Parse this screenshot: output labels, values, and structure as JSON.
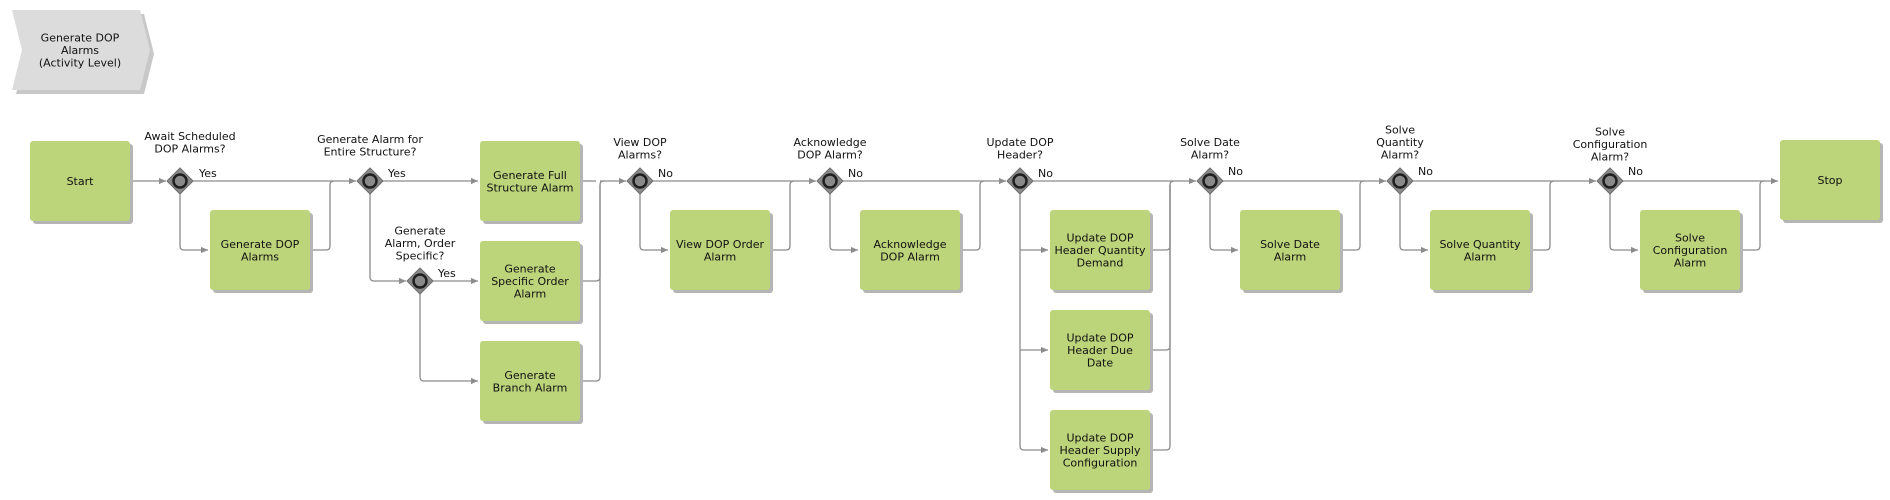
{
  "colors": {
    "task_fill": "#bcd47a",
    "task_shadow": "#b5b5b5",
    "title_fill": "#dcdcdc",
    "title_shadow": "#c8c8c8",
    "gateway_fill": "#8a8a8a",
    "gateway_ring": "#1f1f1f",
    "line": "#8c8c8c",
    "text": "#111111"
  },
  "title": [
    "Generate DOP",
    "Alarms",
    "(Activity Level)"
  ],
  "nodes": {
    "start": [
      "Start"
    ],
    "stop": [
      "Stop"
    ],
    "gen_dop_alarms": [
      "Generate DOP",
      "Alarms"
    ],
    "gen_full_structure": [
      "Generate Full",
      "Structure Alarm"
    ],
    "gen_specific_order": [
      "Generate",
      "Specific Order",
      "Alarm"
    ],
    "gen_branch": [
      "Generate",
      "Branch Alarm"
    ],
    "view_dop_order": [
      "View DOP Order",
      "Alarm"
    ],
    "ack_dop": [
      "Acknowledge",
      "DOP Alarm"
    ],
    "upd_qty_demand": [
      "Update DOP",
      "Header Quantity",
      "Demand"
    ],
    "upd_due_date": [
      "Update DOP",
      "Header Due",
      "Date"
    ],
    "upd_supply_config": [
      "Update DOP",
      "Header Supply",
      "Configuration"
    ],
    "solve_date": [
      "Solve Date",
      "Alarm"
    ],
    "solve_qty": [
      "Solve Quantity",
      "Alarm"
    ],
    "solve_config": [
      "Solve",
      "Configuration",
      "Alarm"
    ]
  },
  "gateways": {
    "await": [
      "Await Scheduled",
      "DOP Alarms?"
    ],
    "entire": [
      "Generate Alarm for",
      "Entire Structure?"
    ],
    "order_specific": [
      "Generate",
      "Alarm, Order",
      "Specific?"
    ],
    "view": [
      "View DOP",
      "Alarms?"
    ],
    "ack": [
      "Acknowledge",
      "DOP Alarm?"
    ],
    "update": [
      "Update DOP",
      "Header?"
    ],
    "solve_date": [
      "Solve Date",
      "Alarm?"
    ],
    "solve_qty": [
      "Solve",
      "Quantity",
      "Alarm?"
    ],
    "solve_config": [
      "Solve",
      "Configuration",
      "Alarm?"
    ]
  },
  "flow_labels": {
    "yes": "Yes",
    "no": "No"
  }
}
